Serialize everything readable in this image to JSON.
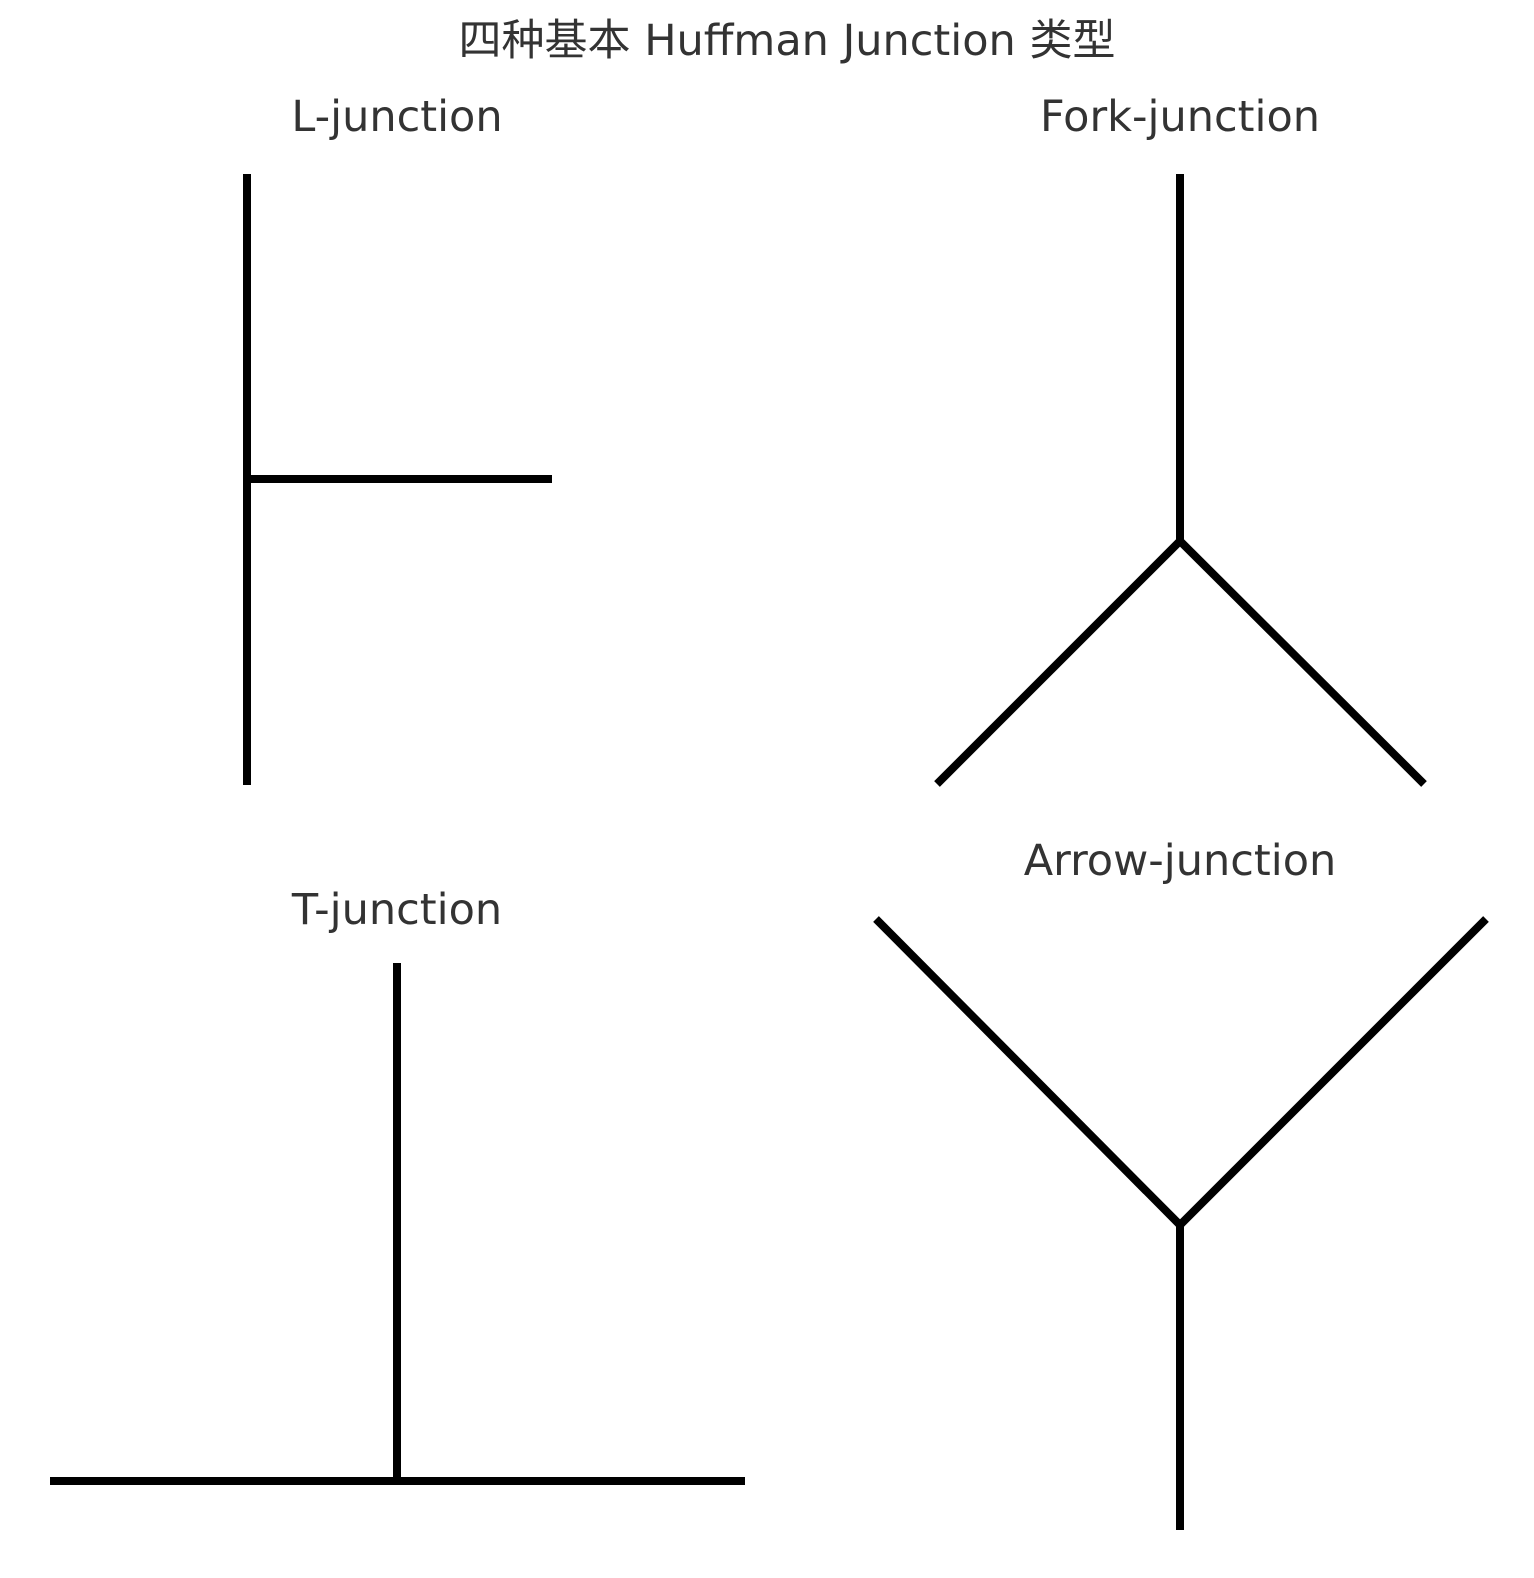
{
  "title": "四种基本 Huffman Junction 类型",
  "colors": {
    "line": "#000000",
    "text": "#333333",
    "background": "#ffffff"
  },
  "junctions": [
    {
      "id": "l",
      "label": "L-junction"
    },
    {
      "id": "fork",
      "label": "Fork-junction"
    },
    {
      "id": "t",
      "label": "T-junction"
    },
    {
      "id": "arrow",
      "label": "Arrow-junction"
    }
  ]
}
